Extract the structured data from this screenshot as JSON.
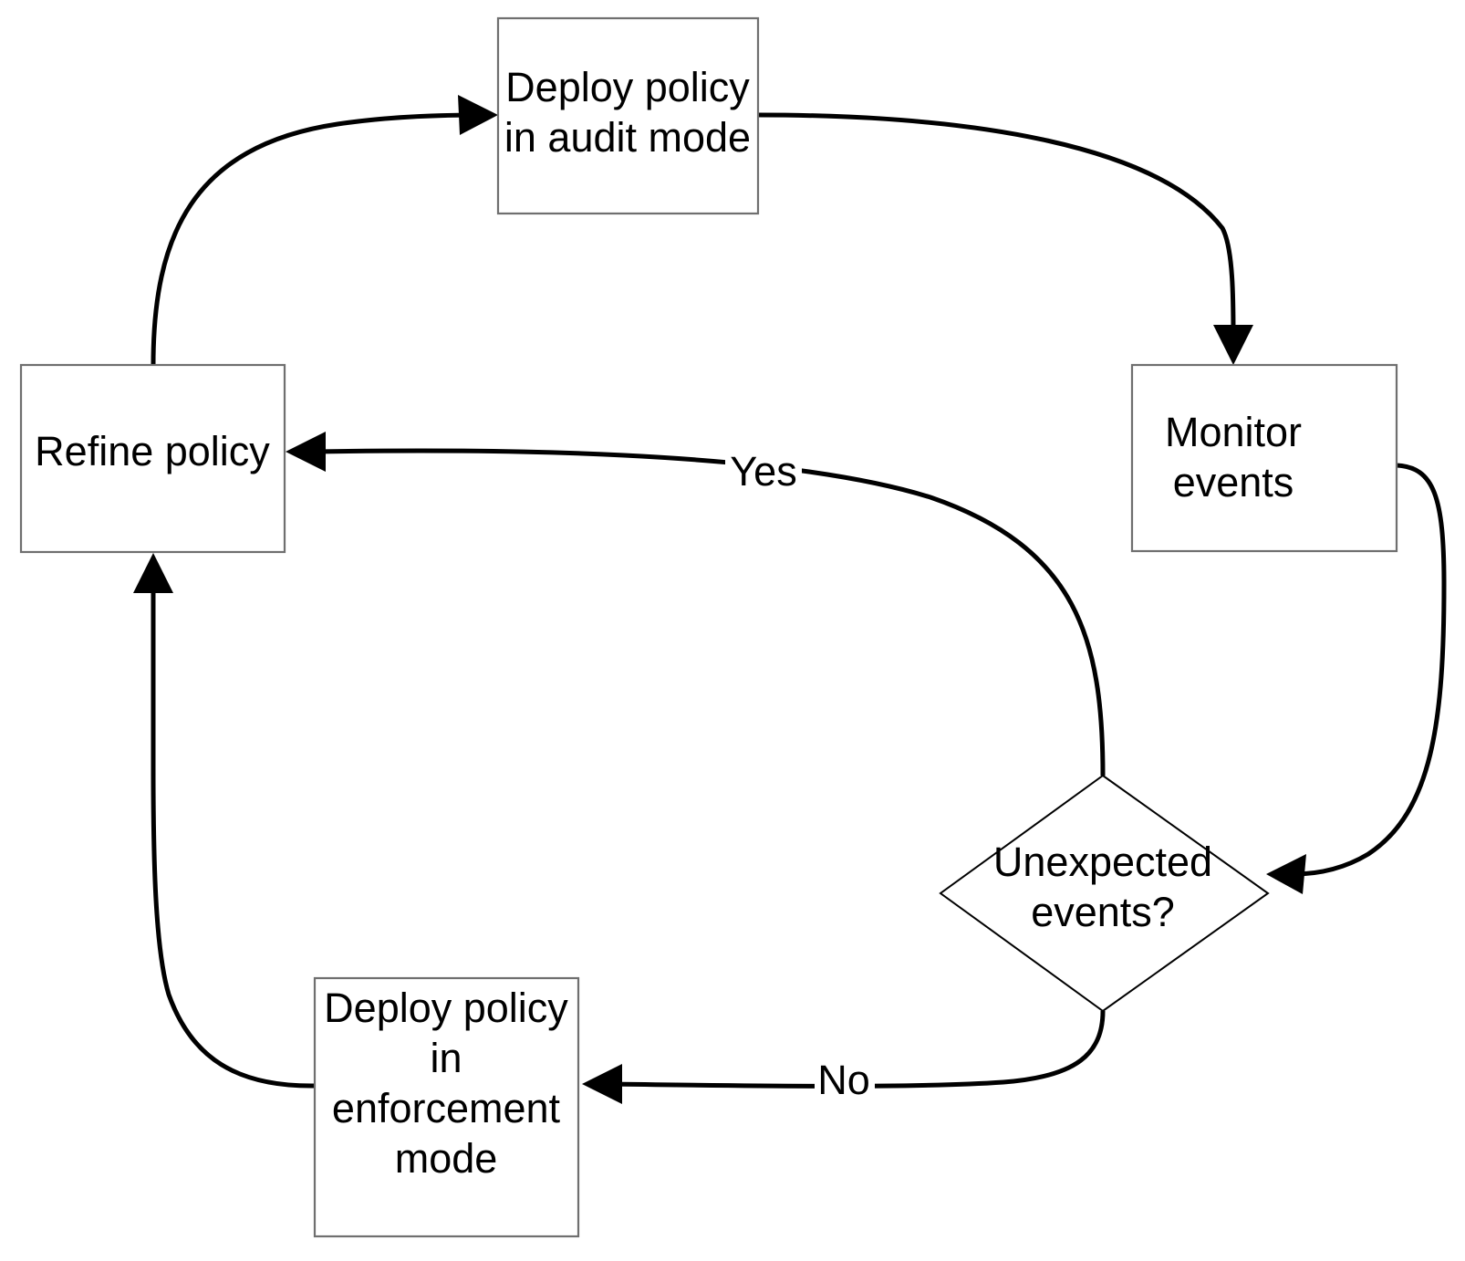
{
  "diagram": {
    "title": "Policy deployment lifecycle flowchart",
    "background_color": "#ffffff",
    "line_color": "#000000",
    "box_stroke_color": "#6f6f6f",
    "text_color": "#000000",
    "nodes": [
      {
        "id": "deploy-audit",
        "type": "process",
        "lines": [
          "Deploy policy",
          "in audit mode"
        ],
        "line1": "Deploy policy",
        "line2": "in audit mode",
        "line3": "",
        "line4": ""
      },
      {
        "id": "monitor-events",
        "type": "process",
        "lines": [
          "Monitor",
          "events"
        ],
        "line1": "Monitor",
        "line2": "events",
        "line3": "",
        "line4": ""
      },
      {
        "id": "unexpected-events",
        "type": "decision",
        "lines": [
          "Unexpected",
          "events?"
        ],
        "line1": "Unexpected",
        "line2": "events?",
        "line3": "",
        "line4": ""
      },
      {
        "id": "refine-policy",
        "type": "process",
        "lines": [
          "Refine policy"
        ],
        "line1": "Refine policy",
        "line2": "",
        "line3": "",
        "line4": ""
      },
      {
        "id": "deploy-enforcement",
        "type": "process",
        "lines": [
          "Deploy policy",
          "in",
          "enforcement",
          "mode"
        ],
        "line1": "Deploy policy",
        "line2": "in",
        "line3": "enforcement",
        "line4": "mode"
      }
    ],
    "edges": [
      {
        "id": "refine-to-audit",
        "from": "refine-policy",
        "to": "deploy-audit",
        "label": ""
      },
      {
        "id": "audit-to-monitor",
        "from": "deploy-audit",
        "to": "monitor-events",
        "label": ""
      },
      {
        "id": "monitor-to-decision",
        "from": "monitor-events",
        "to": "unexpected-events",
        "label": ""
      },
      {
        "id": "decision-yes-to-refine",
        "from": "unexpected-events",
        "to": "refine-policy",
        "label": "Yes"
      },
      {
        "id": "decision-no-to-enforcement",
        "from": "unexpected-events",
        "to": "deploy-enforcement",
        "label": "No"
      },
      {
        "id": "enforcement-to-refine",
        "from": "deploy-enforcement",
        "to": "refine-policy",
        "label": ""
      }
    ],
    "labels": {
      "yes": "Yes",
      "no": "No"
    }
  }
}
